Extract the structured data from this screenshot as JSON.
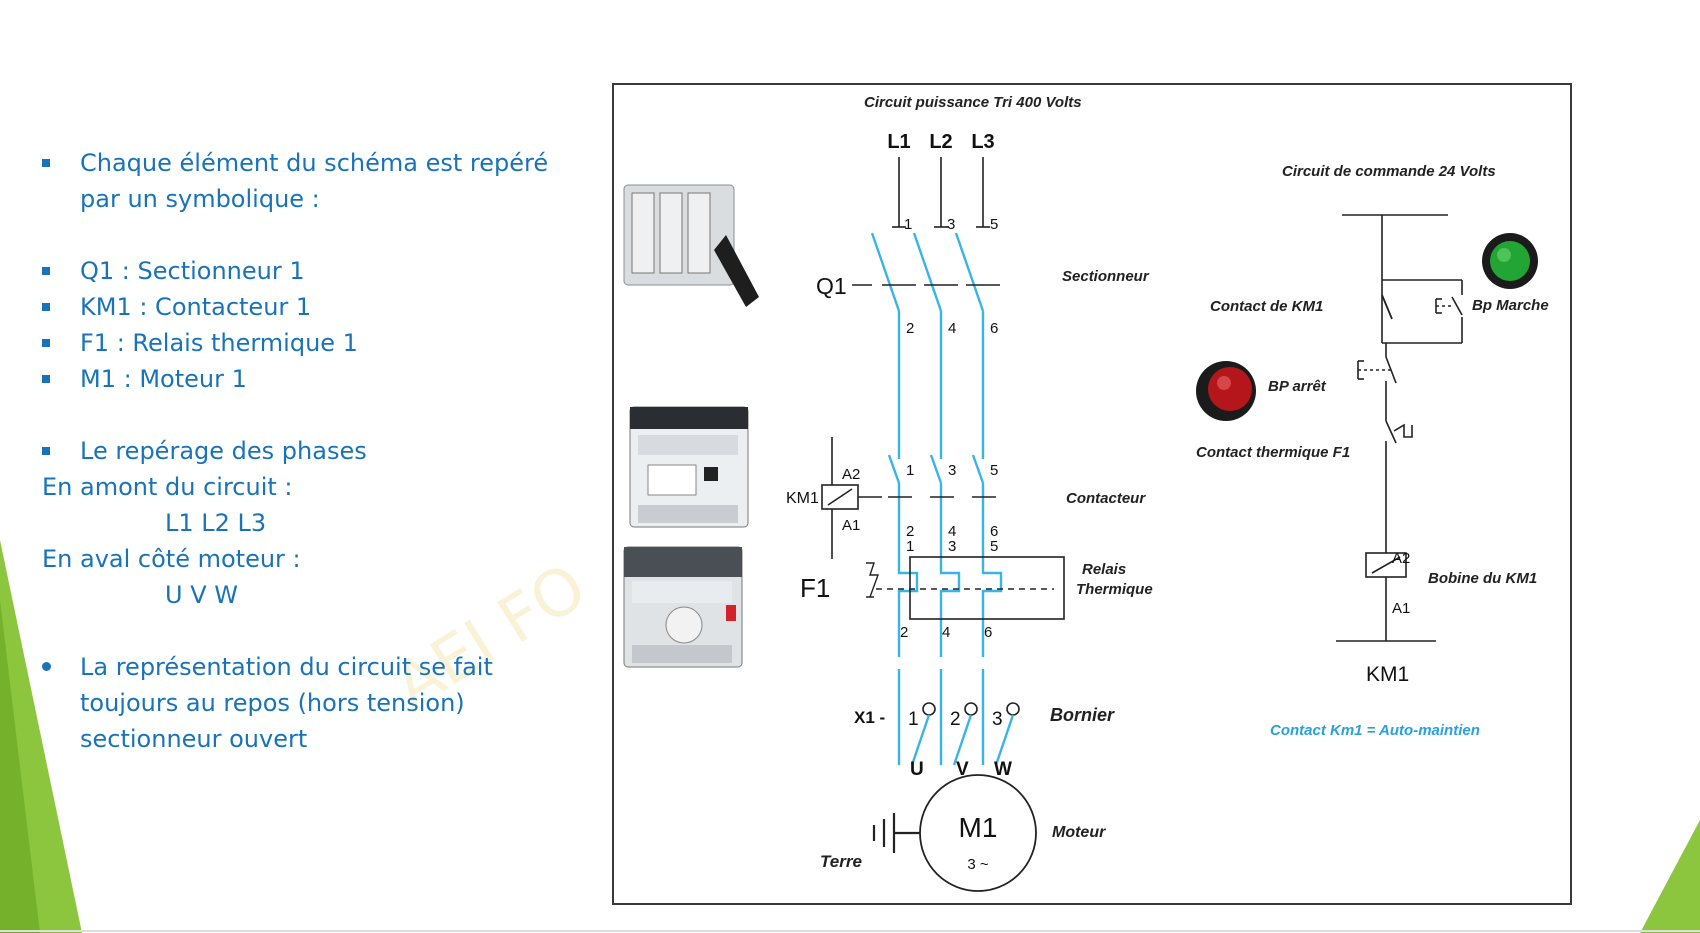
{
  "bullets": {
    "intro_line1": "Chaque élément du schéma est repéré",
    "intro_line2": "par un symbolique :",
    "items": [
      "Q1 : Sectionneur 1",
      "KM1 : Contacteur 1",
      "F1 : Relais thermique 1",
      "M1 : Moteur 1"
    ],
    "phases_title": "Le repérage des phases",
    "upstream_label": "En amont du circuit :",
    "upstream_value": "L1 L2 L3",
    "downstream_label": "En aval côté moteur :",
    "downstream_value": "U V W",
    "note_line1": "La représentation du circuit se fait",
    "note_line2": "toujours au repos (hors tension)",
    "note_line3": "sectionneur ouvert"
  },
  "watermark": "AEI   FO",
  "diagram": {
    "power_title": "Circuit puissance Tri 400 Volts",
    "command_title": "Circuit de commande  24 Volts",
    "phases": [
      "L1",
      "L2",
      "L3"
    ],
    "upper_terminals": [
      "1",
      "3",
      "5"
    ],
    "lower_terminals": [
      "2",
      "4",
      "6"
    ],
    "q1_label": "Q1",
    "sectionneur_label": "Sectionneur",
    "km1_label": "KM1",
    "coil_top": "A2",
    "coil_bottom": "A1",
    "contacteur_label": "Contacteur",
    "f1_label": "F1",
    "relais_label_1": "Relais",
    "relais_label_2": "Thermique",
    "bornier_prefix": "X1 -",
    "bornier_terminals": [
      "1",
      "2",
      "3"
    ],
    "bornier_label": "Bornier",
    "motor_terminals": [
      "U",
      "V",
      "W"
    ],
    "motor_name": "M1",
    "motor_sub": "3 ~",
    "moteur_label": "Moteur",
    "terre_label": "Terre",
    "contact_km1_label": "Contact de KM1",
    "bp_marche_label": "Bp Marche",
    "bp_arret_label": "BP arrêt",
    "contact_thermique_label": "Contact thermique F1",
    "bobine_label": "Bobine du KM1",
    "km1_bottom_label": "KM1",
    "auto_maintien_label": "Contact Km1 = Auto-maintien",
    "colors": {
      "wire": "#38b4e6",
      "line": "#222222",
      "accent_text": "#2aa0dc",
      "bullet_text": "#1a73b8",
      "green_button": "#22a535",
      "red_button": "#b4161b",
      "slide_green": "#8cc63f"
    }
  }
}
